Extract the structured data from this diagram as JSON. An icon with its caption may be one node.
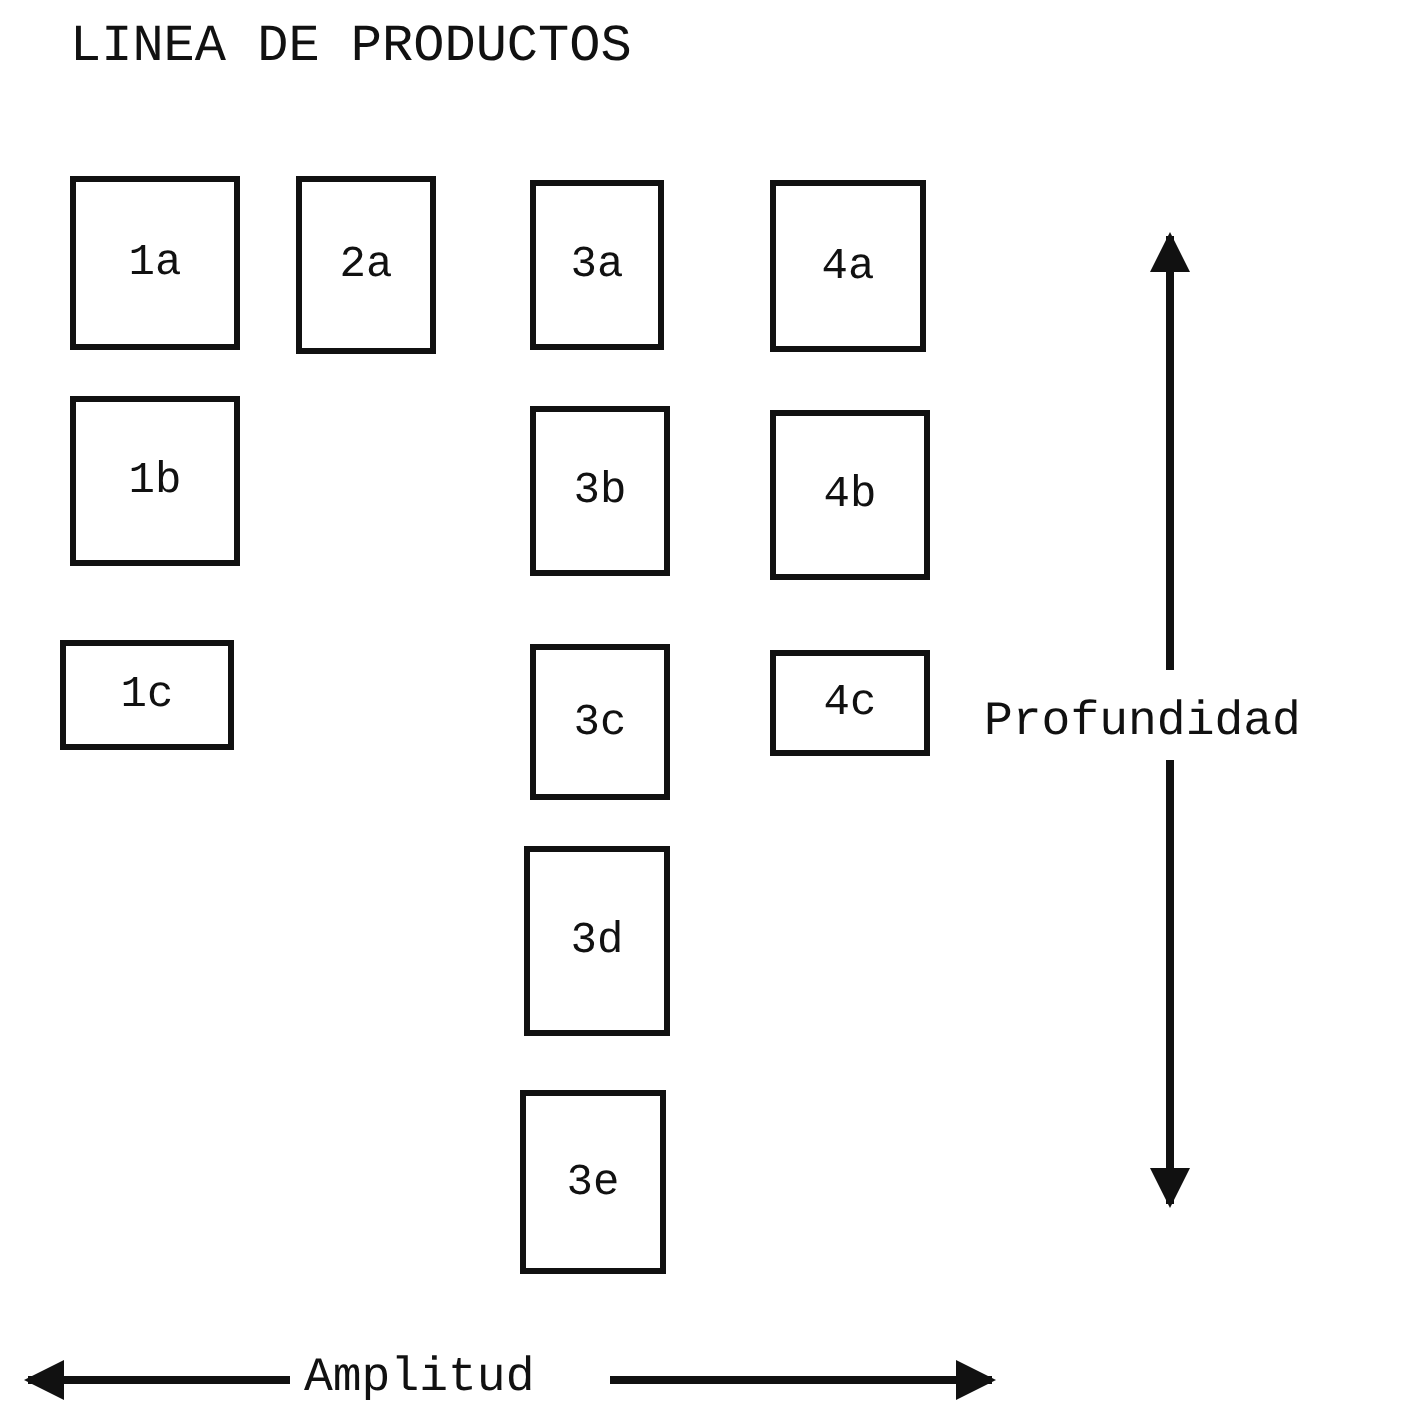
{
  "diagram": {
    "title": "LINEA DE PRODUCTOS",
    "nodes": [
      {
        "text": [
          "1a"
        ]
      },
      {
        "text": [
          "2a"
        ]
      },
      {
        "text": [
          "3a"
        ]
      },
      {
        "text": [
          "4a"
        ]
      },
      {
        "text": [
          "1b"
        ]
      },
      {
        "text": [
          "3b"
        ]
      },
      {
        "text": [
          "4b"
        ]
      },
      {
        "text": [
          "1c"
        ]
      },
      {
        "text": [
          "3c"
        ]
      },
      {
        "text": [
          "4c"
        ]
      },
      {
        "text": [
          "3d"
        ]
      },
      {
        "text": [
          "3e"
        ]
      }
    ],
    "edges": [],
    "labels": [
      "Profundidad",
      "Amplitud"
    ]
  }
}
